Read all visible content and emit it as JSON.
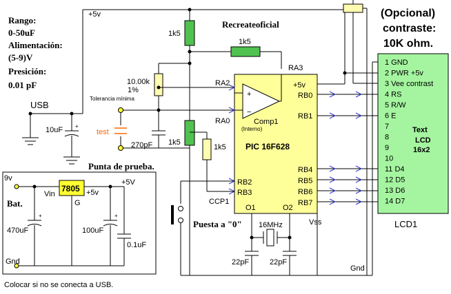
{
  "specs": {
    "rango_label": "Rango:",
    "rango_value": "0-50uF",
    "alimentacion_label": "Alimentación:",
    "alimentacion_value": "(5-9)V",
    "presicion_label": "Presición:",
    "presicion_value": "0.01 pF"
  },
  "usb_label": "USB",
  "plus5v_top": "+5v",
  "recreate_label": "Recreateoficial",
  "optional_label": "(Opcional)",
  "contrast_label": "contraste:",
  "pot_label": "10K ohm.",
  "r_top": "1k5",
  "r_mid": "1k5",
  "r_low": "1k5",
  "r_pic": "1k5",
  "r_10k": "10.00k",
  "r_10k_tol": "1%",
  "tolerancia": "Tolerancia mínima",
  "c_10uf": "10uF",
  "c_270pf": "270pF",
  "test_label": "test",
  "punta_label": "Punta de prueba.",
  "ra3": "RA3",
  "ra2": "RA2",
  "ra0": "RA0",
  "comp_label": "Comp1",
  "comp_sub": "(Interno)",
  "pic_label": "PIC 16F628",
  "p5v": "+5v",
  "rb0": "RB0",
  "rb1": "RB1",
  "rb2": "RB2",
  "rb3": "RB3",
  "rb4": "RB4",
  "rb5": "RB5",
  "rb6": "RB6",
  "rb7": "RB7",
  "ccp1": "CCP1",
  "o1": "O1",
  "o2": "O2",
  "vss": "Vss",
  "crystal": "16MHz",
  "c22a": "22pF",
  "c22b": "22pF",
  "gnd_right": "Gnd",
  "puesta": "Puesta a \"0\"",
  "lcd_pins": [
    "1 GND",
    "2 PWR +5v",
    "3 Vee contrast",
    "4 RS",
    "5 R/W",
    "6 E",
    "7",
    "8",
    "9",
    "10",
    "11 D4",
    "12 D5",
    "13 D6",
    "14 D7"
  ],
  "lcd_text1": "Text",
  "lcd_text2": "LCD",
  "lcd_text3": "16x2",
  "lcd_name": "LCD1",
  "reg": {
    "v9": "9v",
    "bat": "Bat.",
    "vin": "Vin",
    "chip": "7805",
    "g": "G",
    "out": "+5v",
    "plus5v": "+5V",
    "c470": "470uF",
    "c100": "100uF",
    "c01": "0.1uF",
    "gnd": "Gnd"
  },
  "footnote": "Colocar si no se conecta a USB."
}
